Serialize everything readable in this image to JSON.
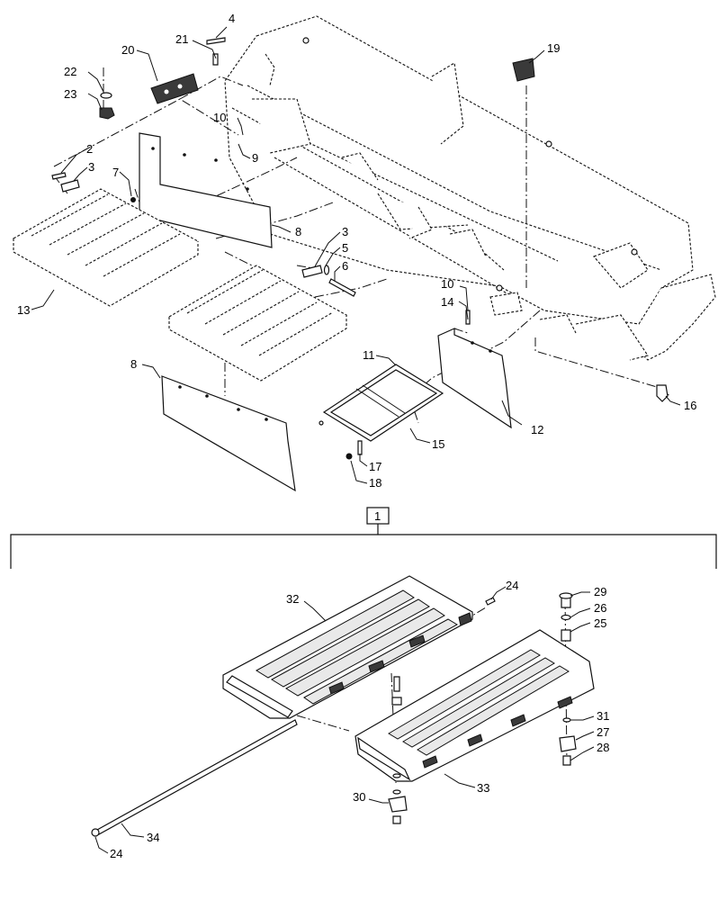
{
  "callouts": {
    "c1": "1",
    "c2": "2",
    "c3a": "3",
    "c3b": "3",
    "c4": "4",
    "c5": "5",
    "c6": "6",
    "c7": "7",
    "c8a": "8",
    "c8b": "8",
    "c9": "9",
    "c10a": "10",
    "c10b": "10",
    "c11": "11",
    "c12": "12",
    "c13": "13",
    "c14": "14",
    "c15": "15",
    "c16": "16",
    "c17": "17",
    "c18": "18",
    "c19": "19",
    "c20": "20",
    "c21": "21",
    "c22": "22",
    "c23": "23",
    "c24a": "24",
    "c24b": "24",
    "c25": "25",
    "c26": "26",
    "c27": "27",
    "c28": "28",
    "c29": "29",
    "c30": "30",
    "c31": "31",
    "c32": "32",
    "c33": "33",
    "c34": "34"
  }
}
